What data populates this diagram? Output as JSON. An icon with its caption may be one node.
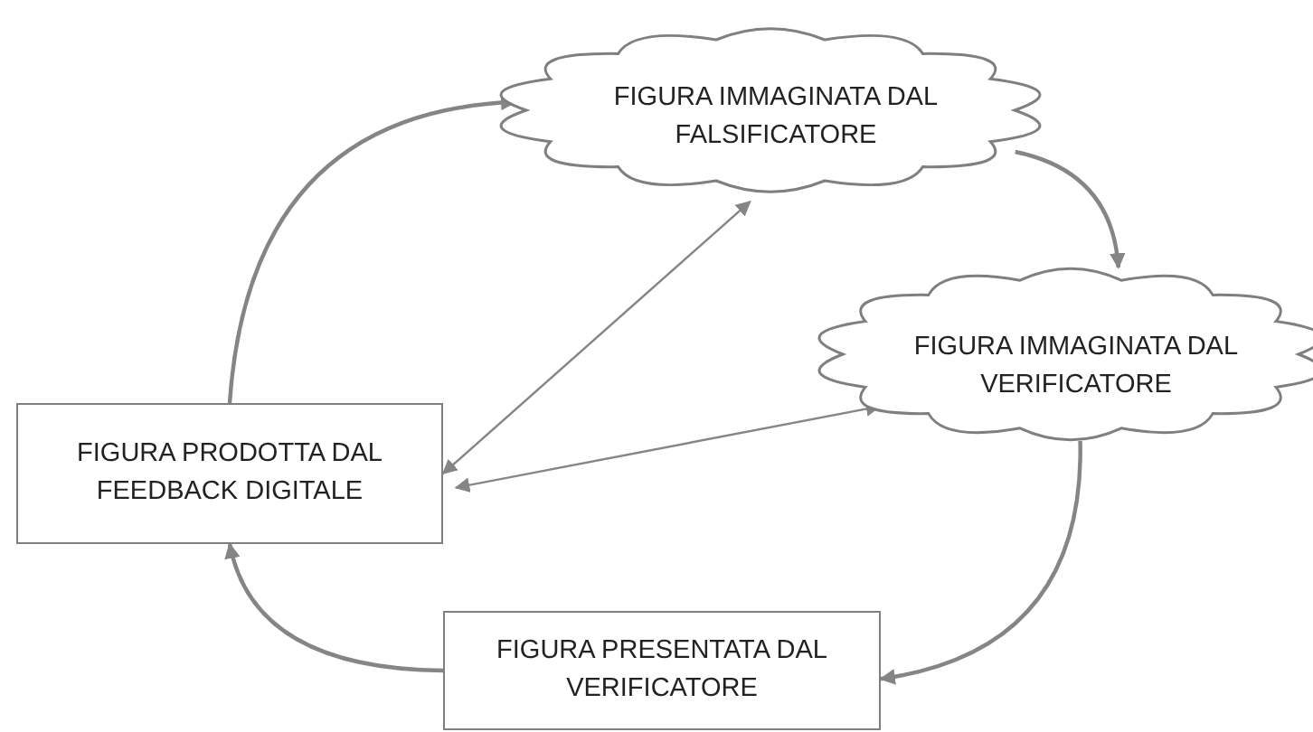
{
  "diagram": {
    "nodes": [
      {
        "text": [
          "FIGURA IMMAGINATA DAL FALSIFICATORE"
        ]
      },
      {
        "text": [
          "FIGURA IMMAGINATA DAL VERIFICATORE"
        ]
      },
      {
        "text": [
          "FIGURA PRODOTTA DAL FEEDBACK DIGITALE"
        ]
      },
      {
        "text": [
          "FIGURA PRESENTATA DAL VERIFICATORE"
        ]
      }
    ],
    "edges": [
      {
        "from": 2,
        "to": 0,
        "arrow": "to"
      },
      {
        "from": 0,
        "to": 1,
        "arrow": "to"
      },
      {
        "from": 1,
        "to": 3,
        "arrow": "to"
      },
      {
        "from": 3,
        "to": 2,
        "arrow": "to"
      },
      {
        "from": 2,
        "to": 0,
        "arrow": "both"
      },
      {
        "from": 2,
        "to": 1,
        "arrow": "both"
      }
    ]
  }
}
